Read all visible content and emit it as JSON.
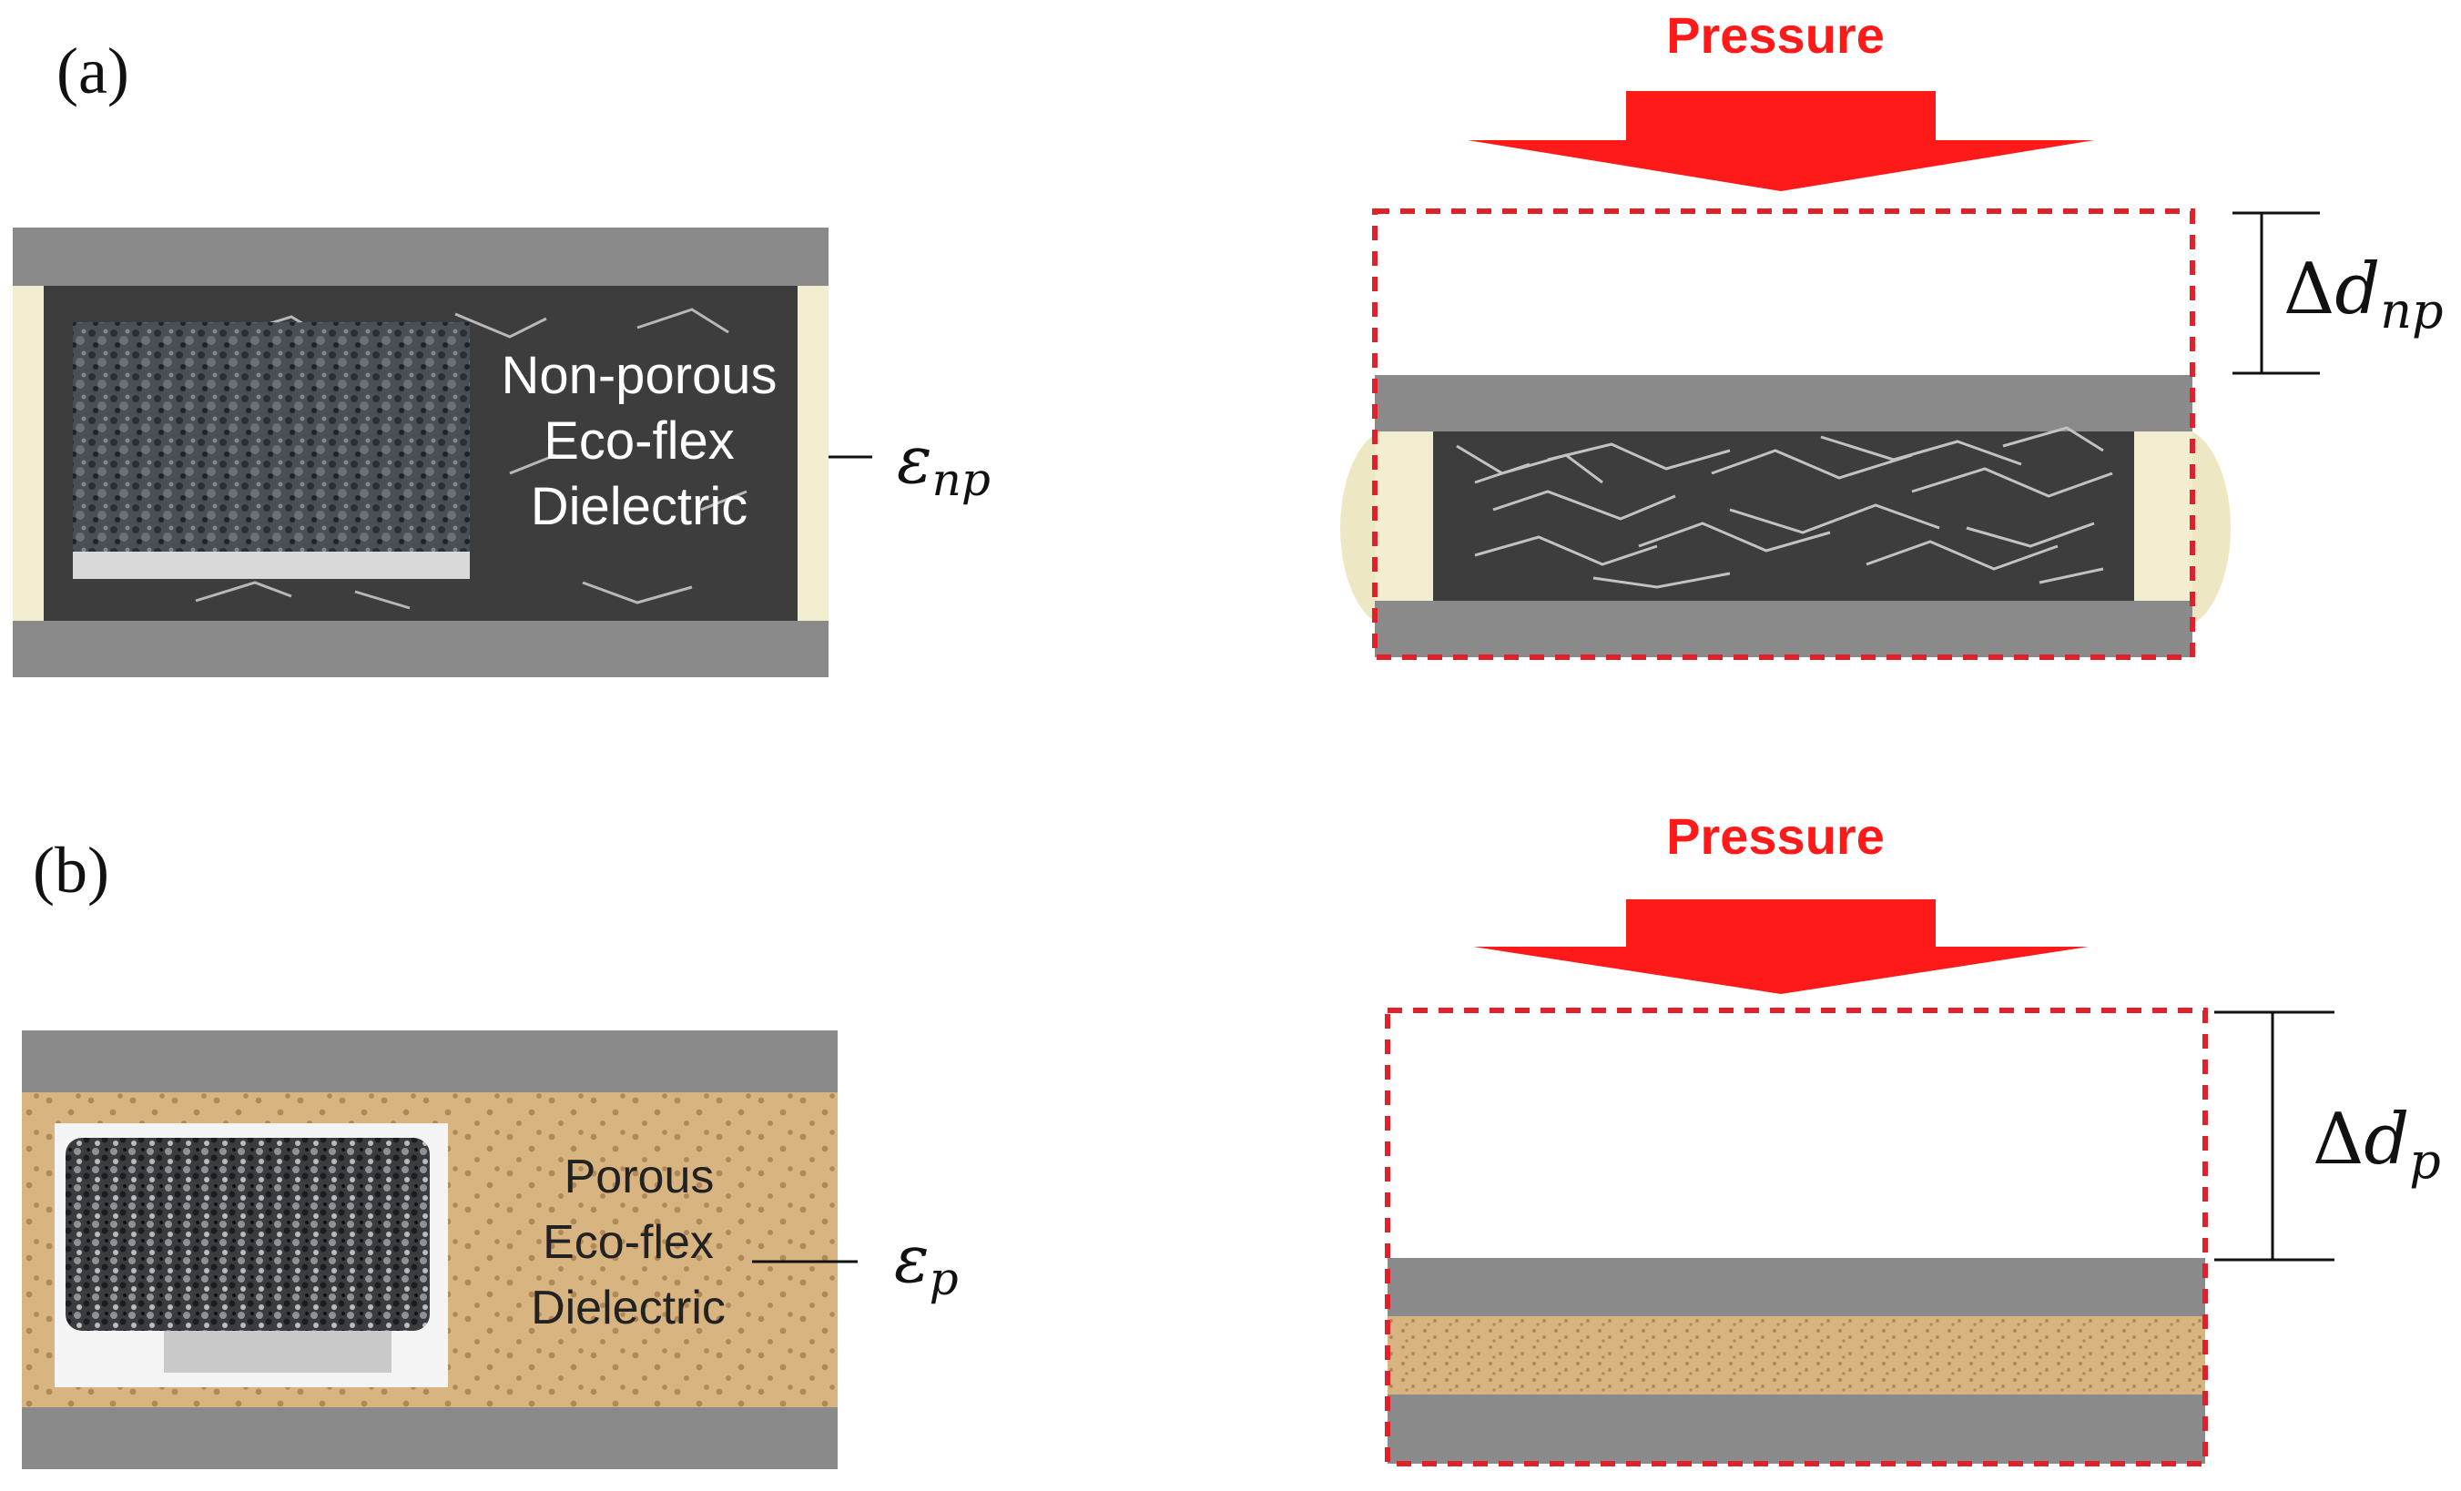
{
  "panels": {
    "a": {
      "label": "(a)",
      "material_text": [
        "Non-porous",
        "Eco-flex",
        "Dielectric"
      ],
      "permittivity": {
        "base": "ε",
        "sub": "np"
      },
      "pressure_label": "Pressure",
      "displacement": {
        "prefix": "Δ",
        "base": "d",
        "sub": "np"
      }
    },
    "b": {
      "label": "(b)",
      "material_text": [
        "Porous",
        "Eco-flex",
        "Dielectric"
      ],
      "permittivity": {
        "base": "ε",
        "sub": "p"
      },
      "pressure_label": "Pressure",
      "displacement": {
        "prefix": "Δ",
        "base": "d",
        "sub": "p"
      }
    }
  },
  "colors": {
    "electrode": "#8a8a8a",
    "dielectric_dark": "#3d3d3d",
    "dielectric_porous": "#d8b481",
    "pore_dot": "#b0895a",
    "fiber": "#b8b8b8",
    "spacer": "#f2edcf",
    "pressure_red": "#ff1a1a",
    "dashed_box": "#e0202a"
  },
  "icons": {
    "pressure_arrow": "down-arrow-icon",
    "photo_a": "nonporous-sample-photo",
    "photo_b": "porous-sample-photo"
  }
}
